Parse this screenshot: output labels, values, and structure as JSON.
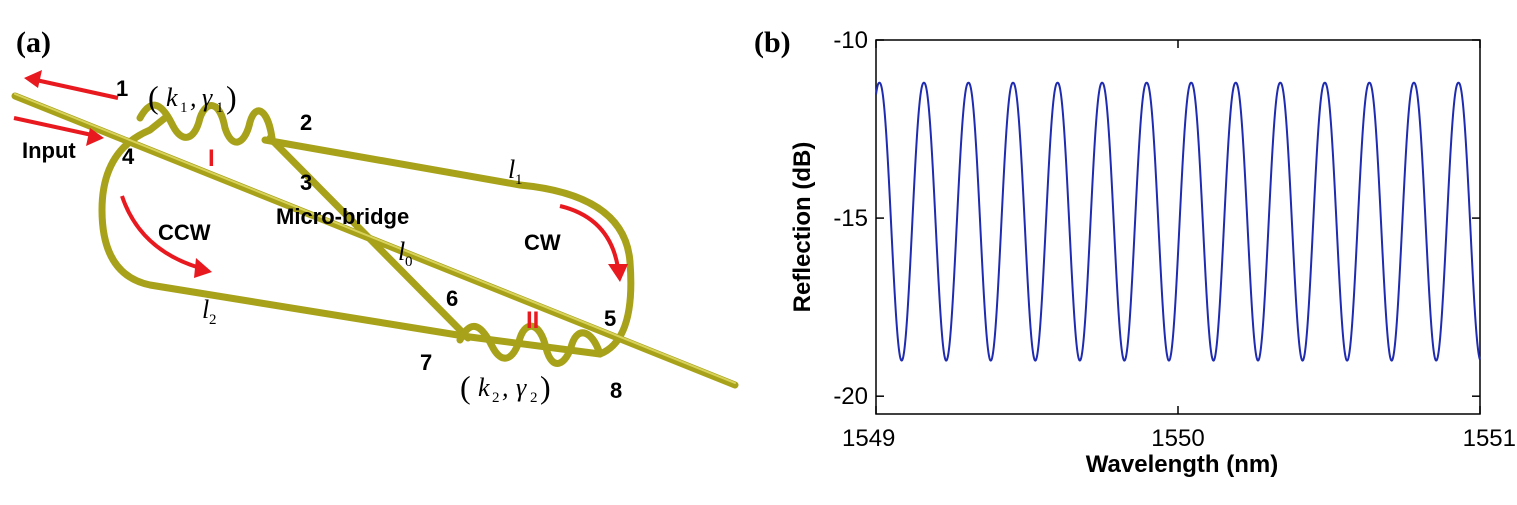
{
  "panel_a": {
    "panel_label": "(a)",
    "ports": [
      "1",
      "2",
      "3",
      "4",
      "5",
      "6",
      "7",
      "8"
    ],
    "input_label": "Input",
    "ccw_label": "CCW",
    "cw_label": "CW",
    "micro_bridge_label": "Micro-bridge",
    "coupler_1_label": "I",
    "coupler_2_label": "II",
    "coupler_1_params": {
      "k": "k",
      "k_sub": "1",
      "gamma": "γ",
      "gamma_sub": "1"
    },
    "coupler_2_params": {
      "k": "k",
      "k_sub": "2",
      "gamma": "γ",
      "gamma_sub": "2"
    },
    "lengths": {
      "l0": {
        "sym": "l",
        "sub": "0"
      },
      "l1": {
        "sym": "l",
        "sub": "1"
      },
      "l2": {
        "sym": "l",
        "sub": "2"
      }
    },
    "colors": {
      "fiber": "#a7a21a",
      "arrow": "#e8191f",
      "roman": "#e8191f"
    }
  },
  "panel_b": {
    "panel_label": "(b)"
  },
  "chart_data": {
    "type": "line",
    "title": "",
    "xlabel": "Wavelength (nm)",
    "ylabel": "Reflection (dB)",
    "xlim": [
      1549,
      1551
    ],
    "ylim": [
      -20.5,
      -10
    ],
    "xticks": [
      1549,
      1550,
      1551
    ],
    "yticks": [
      -10,
      -15,
      -20
    ],
    "grid": false,
    "line_color": "#1f2bb0",
    "series": [
      {
        "name": "",
        "shape": "periodic-comb",
        "period_nm": 0.1475,
        "max_db": -11.2,
        "min_db": -19.0,
        "first_min_nm": 1549.085
      }
    ]
  }
}
